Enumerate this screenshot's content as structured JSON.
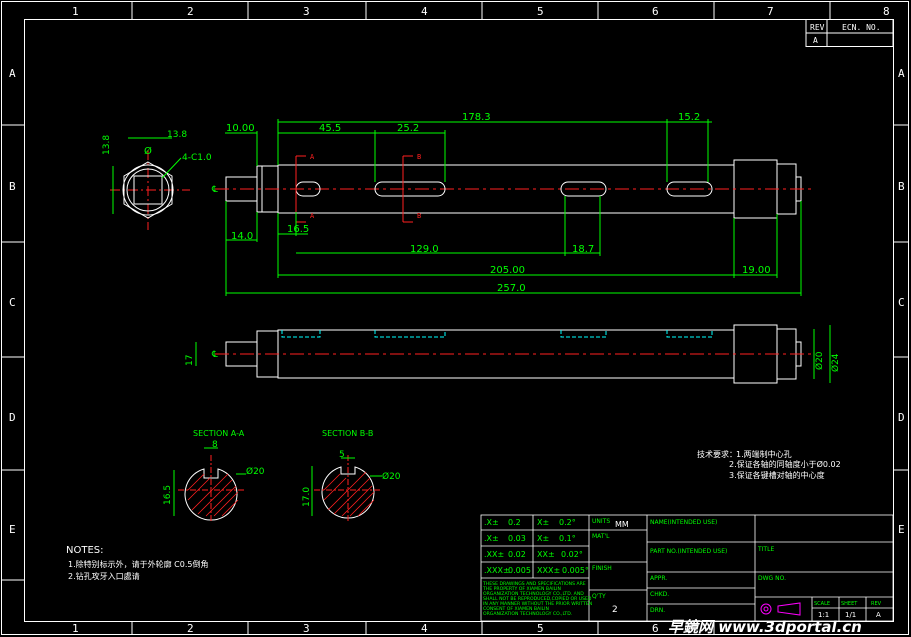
{
  "frame": {
    "col_numbers": [
      "1",
      "2",
      "3",
      "4",
      "5",
      "6",
      "7",
      "8"
    ],
    "row_letters": [
      "A",
      "B",
      "C",
      "D",
      "E"
    ]
  },
  "rev_block": {
    "rev_label": "REV",
    "ecn_label": "ECN. NO.",
    "rev_value": "A"
  },
  "top_view_dims": {
    "d_178_3": "178.3",
    "d_45_5": "45.5",
    "d_25_2": "25.2",
    "d_15_2": "15.2",
    "d_10_00": "10.00",
    "d_14_0": "14.0",
    "d_16_5": "16.5",
    "d_129_0": "129.0",
    "d_18_7": "18.7",
    "d_205_00": "205.00",
    "d_19_00": "19.00",
    "d_257_0": "257.0",
    "sec_a": "A",
    "sec_b": "B"
  },
  "end_view": {
    "d_13_8": "13.8",
    "d_13_8v": "13.8",
    "chamfer": "4-C1.0",
    "dia_symbol": "Ø"
  },
  "side_view_dims": {
    "d_17": "17",
    "d_20": "Ø20",
    "d_24": "Ø24"
  },
  "sections": {
    "a_title": "SECTION A-A",
    "b_title": "SECTION B-B",
    "a_width": "8",
    "b_width": "5",
    "a_dia": "Ø20",
    "b_dia": "Ø20",
    "a_depth": "16.5",
    "b_depth": "17.0"
  },
  "tech_req": {
    "title": "技术要求：",
    "items": [
      "1.两端制中心孔",
      "2.保证各轴的同轴度小于Ø0.02",
      "3.保证各键槽对轴的中心度"
    ]
  },
  "notes": {
    "title": "NOTES:",
    "items": [
      "1.除特别标示外，请于外轮廓 C0.5倒角",
      "2.钻孔攻牙入口處请"
    ]
  },
  "title_block": {
    "tol_rows": [
      {
        "a": ".X±",
        "av": "0.2",
        "b": "X±",
        "bv": "0.2°"
      },
      {
        "a": ".X±",
        "av": "0.03",
        "b": "X±",
        "bv": "0.1°"
      },
      {
        "a": ".XX±",
        "av": "0.02",
        "b": "XX±",
        "bv": "0.02°"
      },
      {
        "a": ".XXX±",
        "av": "0.005",
        "b": "XXX±",
        "bv": "0.005°"
      }
    ],
    "units_label": "UNITS",
    "units_value": "MM",
    "matl_label": "MAT'L",
    "finish_label": "FINISH",
    "qty_label": "Q'TY",
    "qty_value": "2",
    "name_ext": "NAME(INTENDED USE)",
    "part_no": "PART NO.(INTENDED USE)",
    "appr": "APPR.",
    "chkd": "CHKD.",
    "drn": "DRN.",
    "title": "TITLE",
    "dwg_no": "DWG NO.",
    "scale_label": "SCALE",
    "sheet_label": "SHEET",
    "rev_label": "REV",
    "scale_value": "1:1",
    "sheet_value": "1/1",
    "rev_value": "A",
    "disclaimer": [
      "THESE DRAWINGS AND SPECIFICATIONS ARE",
      "THE PROPERTY OF XIAMEN BAILIN",
      "ORGANIZATION TECHNOLOGY CO.,LTD. AND",
      "SHALL NOT BE REPRODUCED,COPIED OR USED",
      "IN ANY MANNER WITHOUT THE PRIOR WRITTEN",
      "CONSENT OF XIAMEN BAILIN",
      "ORGANIZATION TECHNOLOGY CO.,LTD."
    ]
  },
  "watermark": "早鏡网 www.3dportal.cn",
  "colors": {
    "green": "#00ff00",
    "cyan": "#00ffff",
    "red": "#ff2020",
    "white": "#ffffff",
    "yellow": "#ffff00"
  }
}
